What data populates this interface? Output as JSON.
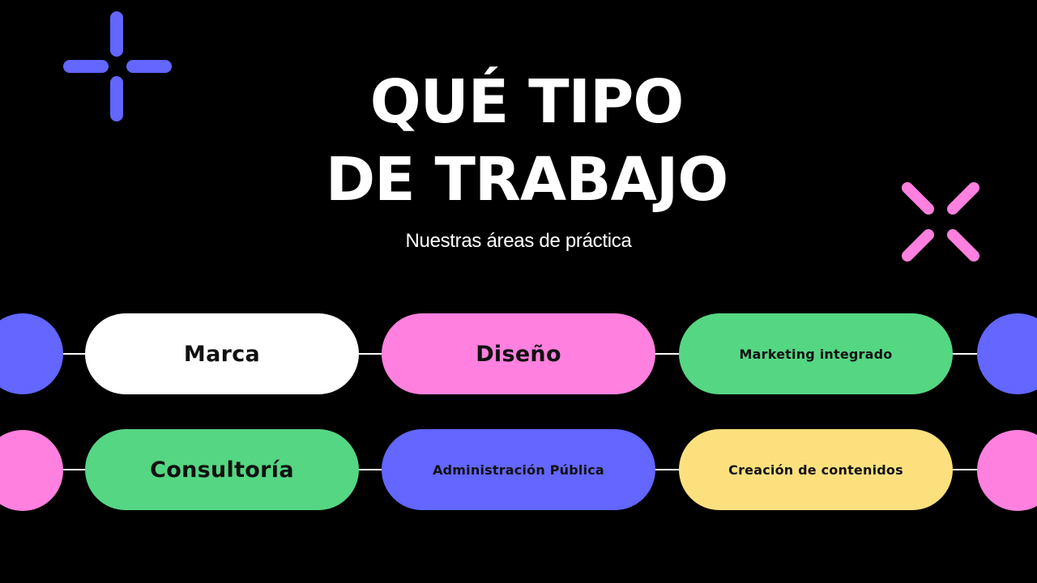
{
  "title": {
    "line1": "QUÉ TIPO",
    "line2": "DE TRABAJO"
  },
  "subtitle": "Nuestras áreas de práctica",
  "colors": {
    "background": "#000000",
    "blue": "#6366ff",
    "pink": "#ff80de",
    "green": "#55d683",
    "white": "#ffffff",
    "yellow": "#fde07e"
  },
  "decorations": [
    {
      "name": "plus-icon",
      "color": "#6366ff"
    },
    {
      "name": "x-icon",
      "color": "#ff80de"
    }
  ],
  "rows": [
    {
      "circle_color": "#6366ff",
      "items": [
        {
          "label": "Marca",
          "color": "#ffffff"
        },
        {
          "label": "Diseño",
          "color": "#ff80de"
        },
        {
          "label": "Marketing integrado",
          "color": "#55d683"
        }
      ]
    },
    {
      "circle_color": "#ff80de",
      "items": [
        {
          "label": "Consultoría",
          "color": "#55d683"
        },
        {
          "label": "Administración Pública",
          "color": "#6366ff"
        },
        {
          "label": "Creación de contenidos",
          "color": "#fde07e"
        }
      ]
    }
  ]
}
